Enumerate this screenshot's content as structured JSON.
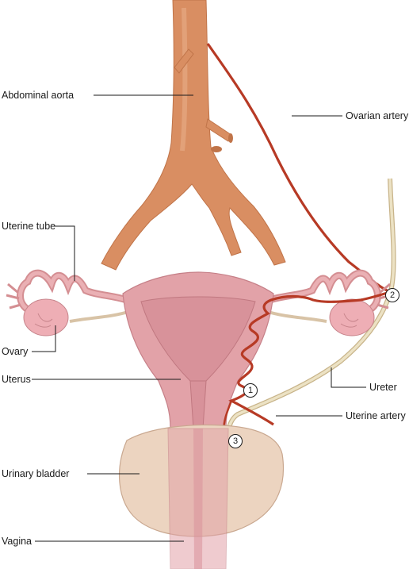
{
  "labels": {
    "abdominal_aorta": "Abdominal aorta",
    "ovarian_artery": "Ovarian artery",
    "uterine_tube": "Uterine tube",
    "ovary": "Ovary",
    "uterus": "Uterus",
    "ureter": "Ureter",
    "uterine_artery": "Uterine artery",
    "urinary_bladder": "Urinary bladder",
    "vagina": "Vagina"
  },
  "markers": [
    "1",
    "2",
    "3"
  ],
  "colors": {
    "aorta": "#d98e62",
    "artery": "#b73a25",
    "uterus": "#e2a2a8",
    "bladder": "#ecd4c0",
    "ureter": "#ece2c4",
    "ovary": "#eeaeb5"
  }
}
